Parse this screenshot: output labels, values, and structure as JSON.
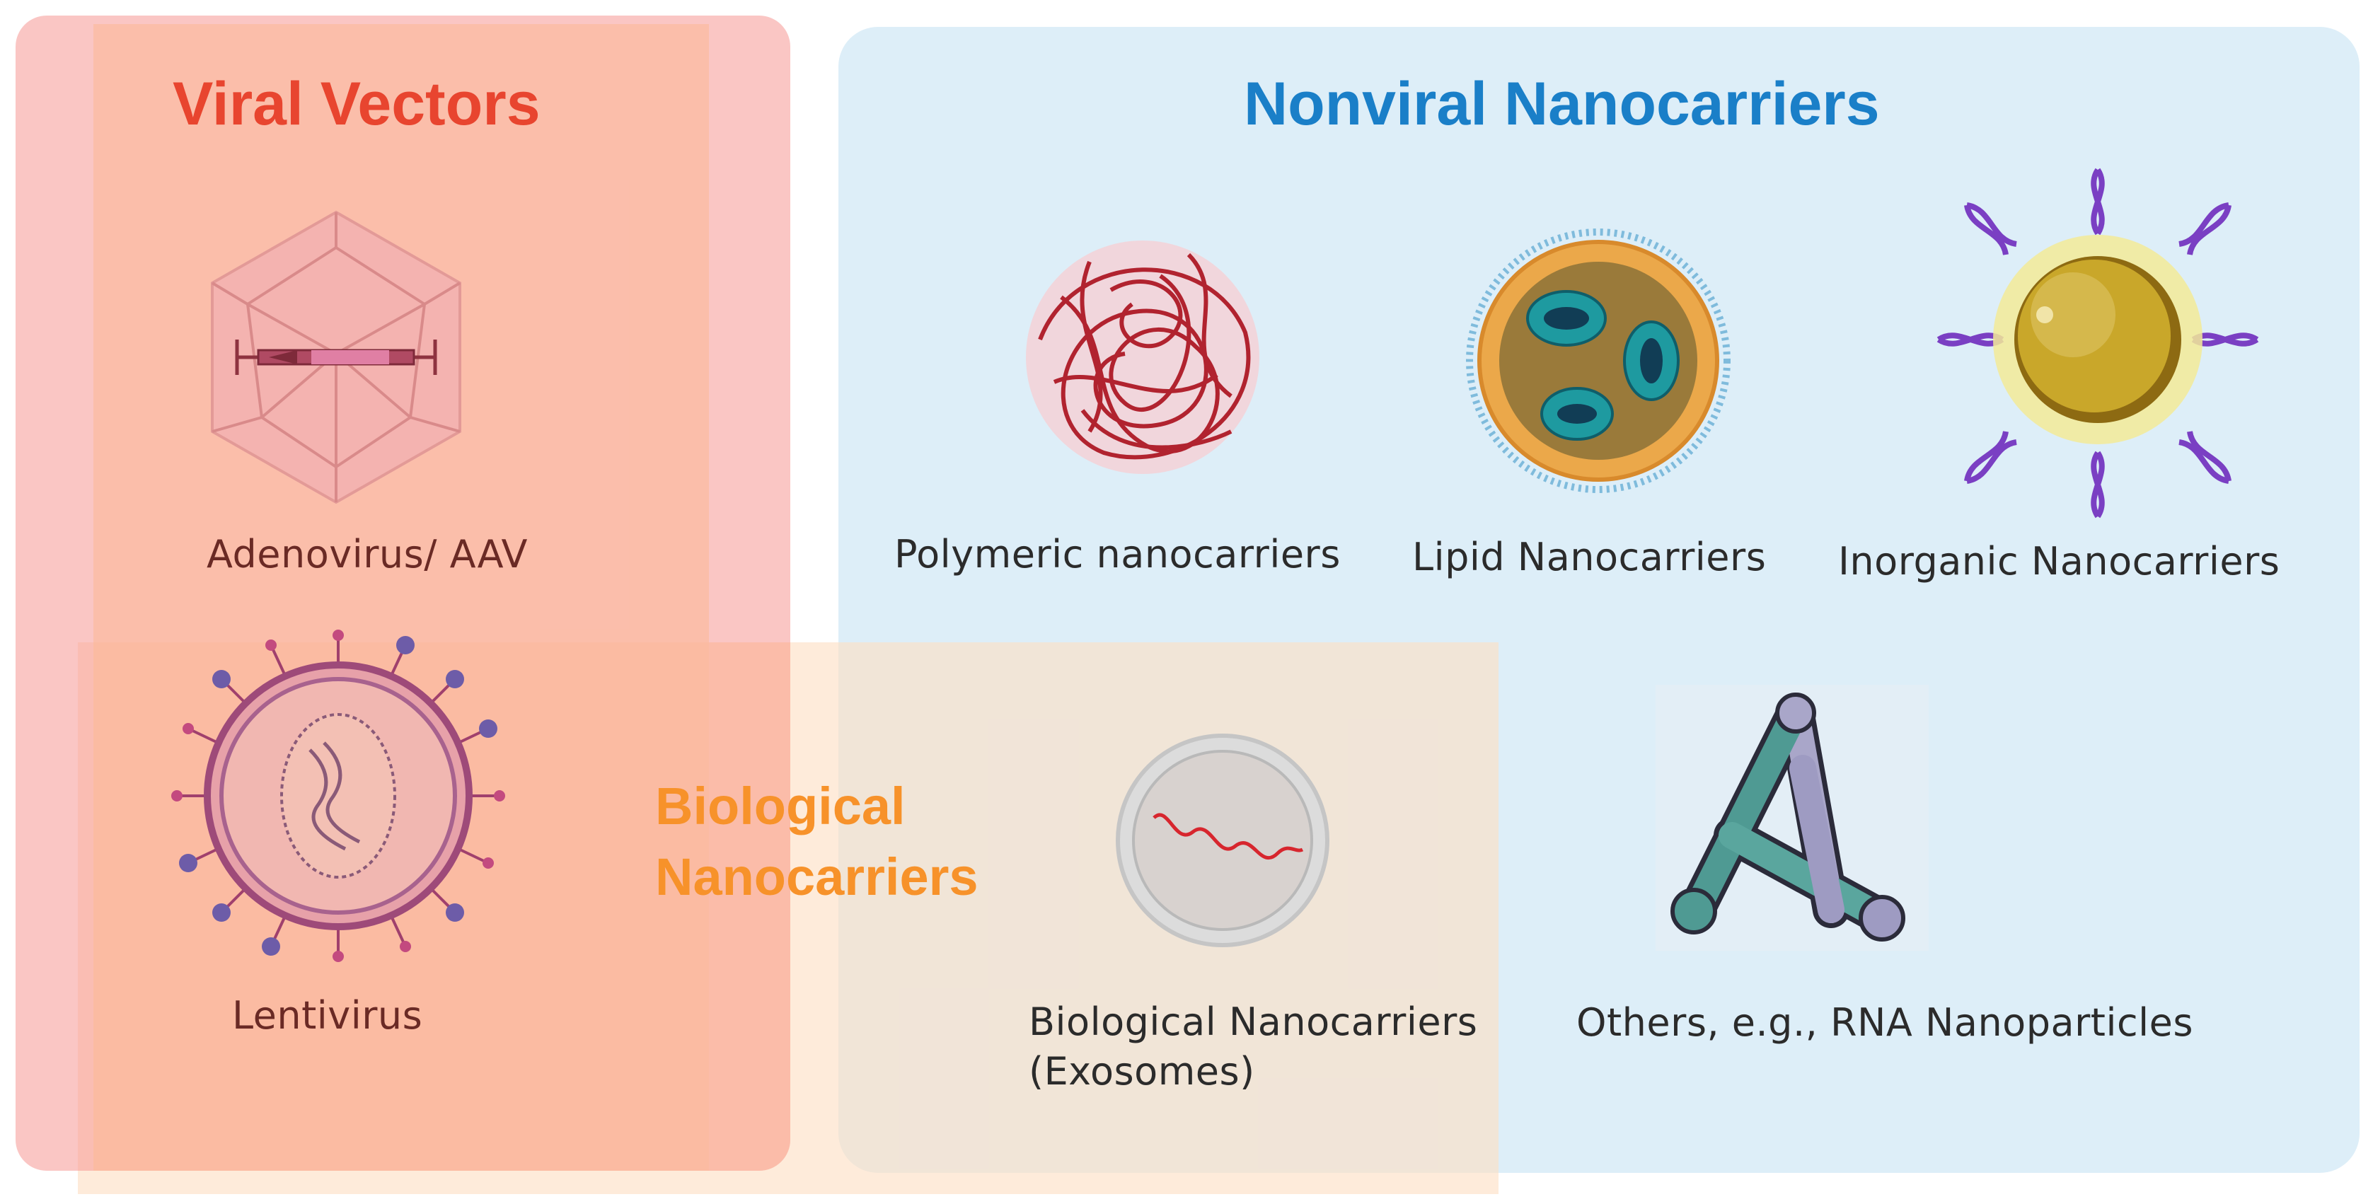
{
  "groups": {
    "viral": {
      "title": "Viral Vectors",
      "color": "#e8452f"
    },
    "nonviral": {
      "title": "Nonviral Nanocarriers",
      "color": "#1a7fc8"
    },
    "biological": {
      "title_line1": "Biological",
      "title_line2": "Nanocarriers",
      "color": "#f7922a"
    }
  },
  "items": {
    "adenovirus": {
      "label": "Adenovirus/ AAV",
      "icon": "adenovirus-icon"
    },
    "lentivirus": {
      "label": "Lentivirus",
      "icon": "lentivirus-icon"
    },
    "polymeric": {
      "label": "Polymeric nanocarriers",
      "icon": "polymer-ball-icon"
    },
    "lipid": {
      "label": "Lipid Nanocarriers",
      "icon": "lipid-nanoparticle-icon"
    },
    "inorganic": {
      "label": "Inorganic Nanocarriers",
      "icon": "gold-nanoparticle-icon"
    },
    "exosome": {
      "label_line1": "Biological Nanocarriers",
      "label_line2": "(Exosomes)",
      "icon": "exosome-icon"
    },
    "rna": {
      "label": "Others, e.g., RNA Nanoparticles",
      "icon": "rna-nanoparticle-icon"
    }
  }
}
